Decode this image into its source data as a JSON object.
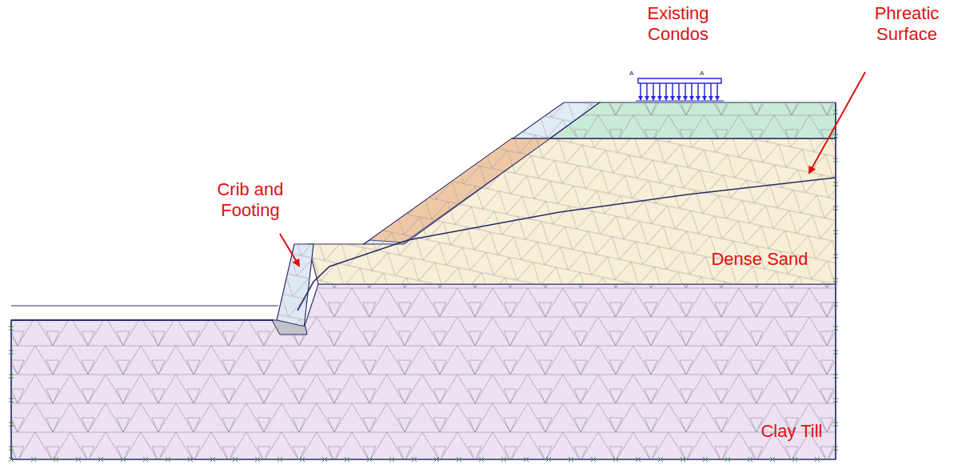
{
  "diagram": {
    "labels": [
      "Existing Condos",
      "Phreatic Surface",
      "Crib and Footing",
      "Dense Sand",
      "Clay Till",
      "A",
      "A"
    ]
  }
}
